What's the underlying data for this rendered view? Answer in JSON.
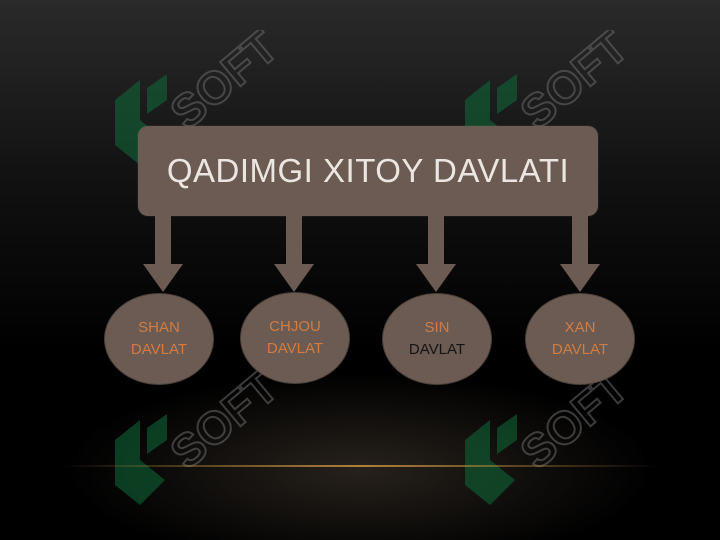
{
  "diagram": {
    "title": "QADIMGI XITOY DAVLATI",
    "nodes": [
      {
        "line1": "SHAN",
        "line2": "DAVLAT"
      },
      {
        "line1": "CHJOU",
        "line2": "DAVLAT"
      },
      {
        "line1": "SIN",
        "line2": "DAVLAT"
      },
      {
        "line1": "XAN",
        "line2": "DAVLAT"
      }
    ]
  },
  "watermark": {
    "text": "SOFT"
  },
  "colors": {
    "box_fill": "#6b5b52",
    "title_text": "#ece6e2",
    "node_text": "#d27c42",
    "node_text_dark": "#141414",
    "watermark_mark": "#0f6b3a"
  }
}
